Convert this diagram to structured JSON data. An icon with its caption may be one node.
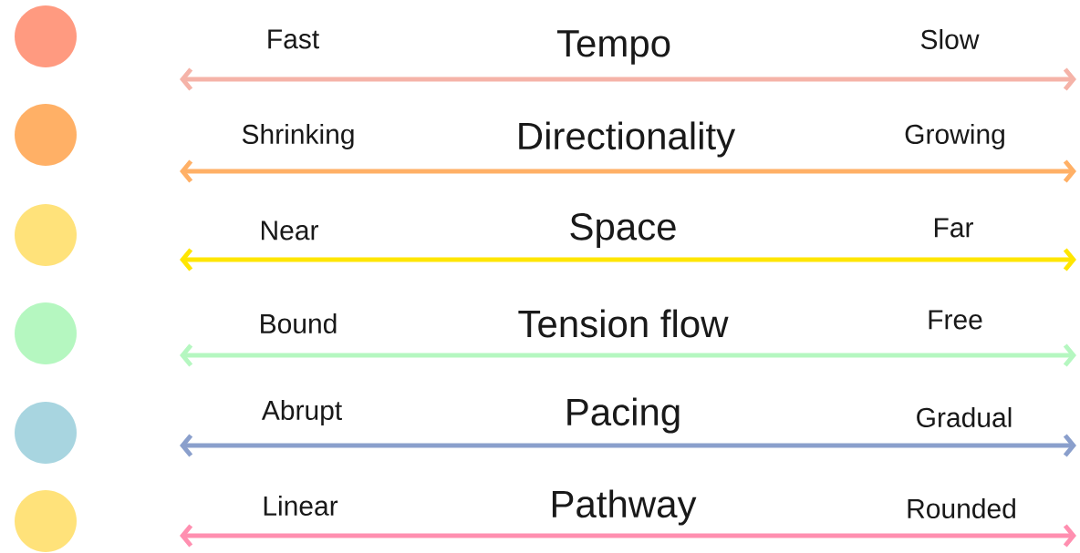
{
  "diagram": {
    "labels": [
      "Fast",
      "Tempo",
      "Slow",
      "Shrinking",
      "Directionality",
      "Growing",
      "Near",
      "Space",
      "Far",
      "Bound",
      "Tension flow",
      "Free",
      "Abrupt",
      "Pacing",
      "Gradual",
      "Linear",
      "Pathway",
      "Rounded"
    ]
  }
}
